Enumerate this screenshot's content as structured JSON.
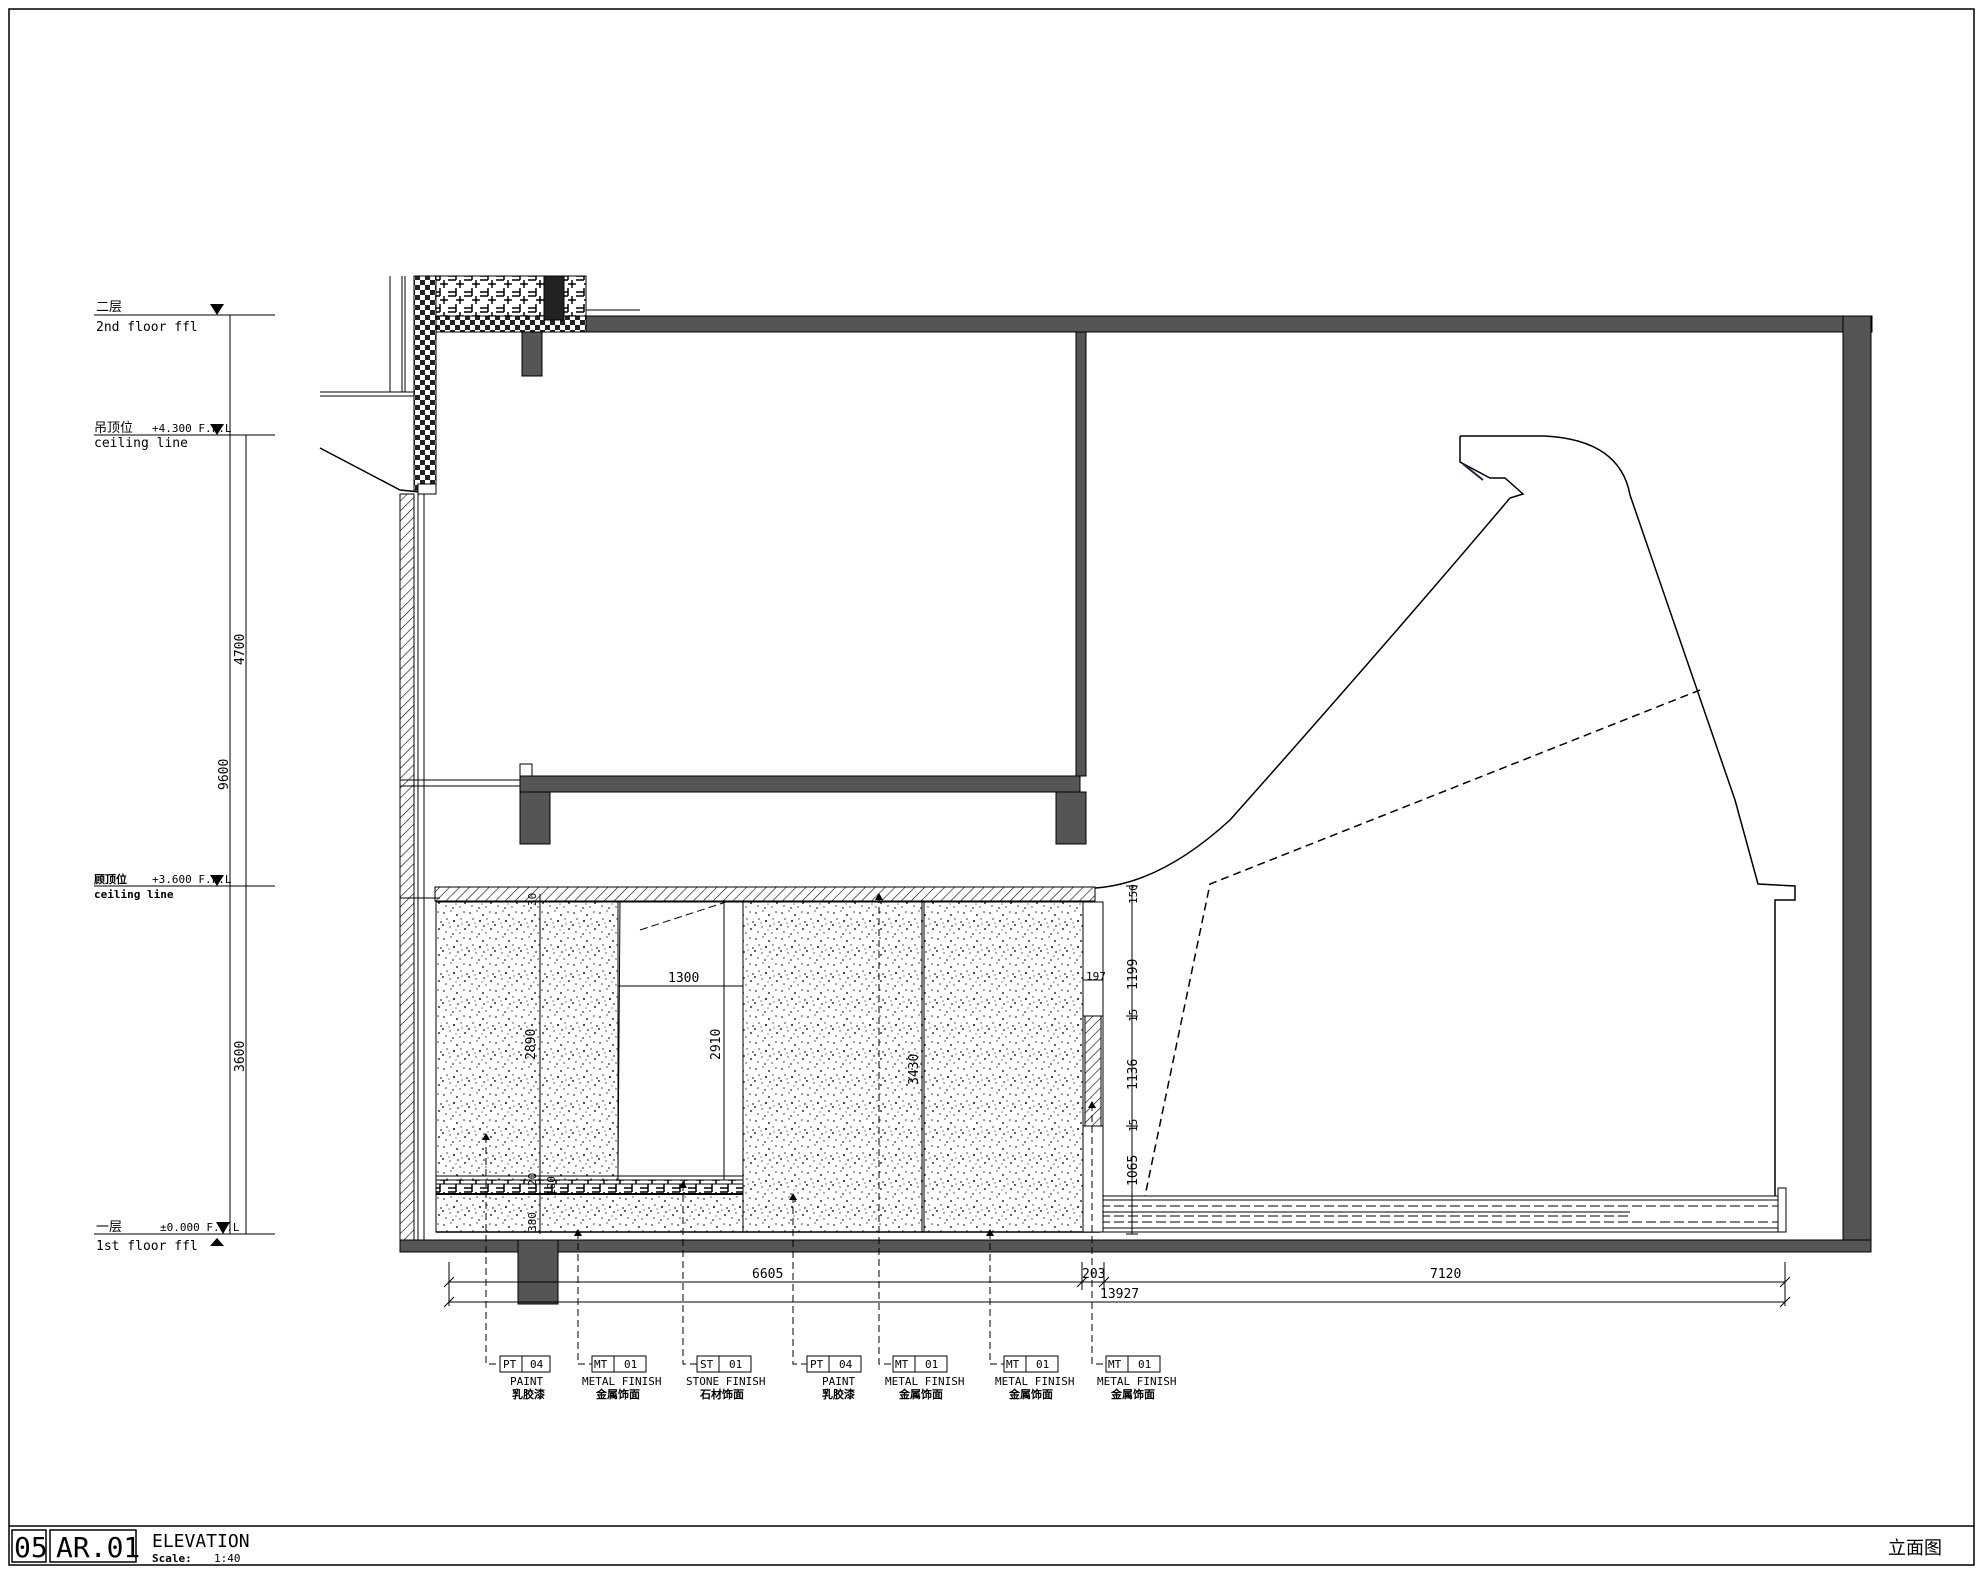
{
  "levels": {
    "second_floor_cn": "二层",
    "second_floor_en": "2nd floor ffl",
    "ceiling_a_cn": "吊顶位",
    "ceiling_a_value": "+4.300 F.F.L",
    "ceiling_a_en": "ceiling line",
    "ceiling_b_cn": "顾顶位",
    "ceiling_b_value": "+3.600 F.F.L",
    "ceiling_b_en": "ceiling line",
    "first_floor_cn": "一层",
    "first_floor_value": "±0.000 F.F.L",
    "first_floor_en": "1st floor ffl"
  },
  "dimensions": {
    "left_4700": "4700",
    "left_9600": "9600",
    "left_3600": "3600",
    "d_1300": "1300",
    "d_2910": "2910",
    "d_2890": "2890",
    "d_3430": "3430",
    "d_150": "150",
    "d_1199": "1199",
    "d_15a": "15",
    "d_1136": "1136",
    "d_15b": "15",
    "d_1065": "1065",
    "d_197": "197",
    "d_380": "380",
    "d_100": "100",
    "d_20": "20",
    "d_30": "30",
    "d_6605": "6605",
    "d_203": "203",
    "d_7120": "7120",
    "d_13927": "13927"
  },
  "finish_tags": [
    {
      "code": "PT",
      "num": "04",
      "en": "PAINT",
      "cn": "乳胶漆"
    },
    {
      "code": "MT",
      "num": "01",
      "en": "METAL FINISH",
      "cn": "金属饰面"
    },
    {
      "code": "ST",
      "num": "01",
      "en": "STONE FINISH",
      "cn": "石材饰面"
    },
    {
      "code": "PT",
      "num": "04",
      "en": "PAINT",
      "cn": "乳胶漆"
    },
    {
      "code": "MT",
      "num": "01",
      "en": "METAL FINISH",
      "cn": "金属饰面"
    },
    {
      "code": "MT",
      "num": "01",
      "en": "METAL FINISH",
      "cn": "金属饰面"
    },
    {
      "code": "MT",
      "num": "01",
      "en": "METAL FINISH",
      "cn": "金属饰面"
    }
  ],
  "title_block": {
    "number": "05",
    "sheet": "AR.01",
    "title": "ELEVATION",
    "scale_label": "Scale:",
    "scale_value": "1:40",
    "title_cn": "立面图"
  },
  "colors": {
    "line": "#000000",
    "wall": "#555555",
    "background": "#ffffff"
  }
}
